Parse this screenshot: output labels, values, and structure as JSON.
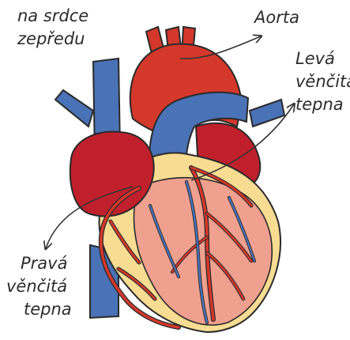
{
  "labels": {
    "title_line1": "na srdce",
    "title_line2": "zepředu",
    "aorta": "Aorta",
    "left_line1": "Levá",
    "left_line2": "věnčitá",
    "left_line3": "tepna",
    "right_line1": "Pravá",
    "right_line2": "věnčitá",
    "right_line3": "tepna"
  },
  "colors": {
    "muscle": "#f0a08f",
    "fat": "#f7dc92",
    "artery": "#d4382b",
    "atrium": "#c0202c",
    "vein": "#4a72b6",
    "outline": "#2a2a2a"
  }
}
